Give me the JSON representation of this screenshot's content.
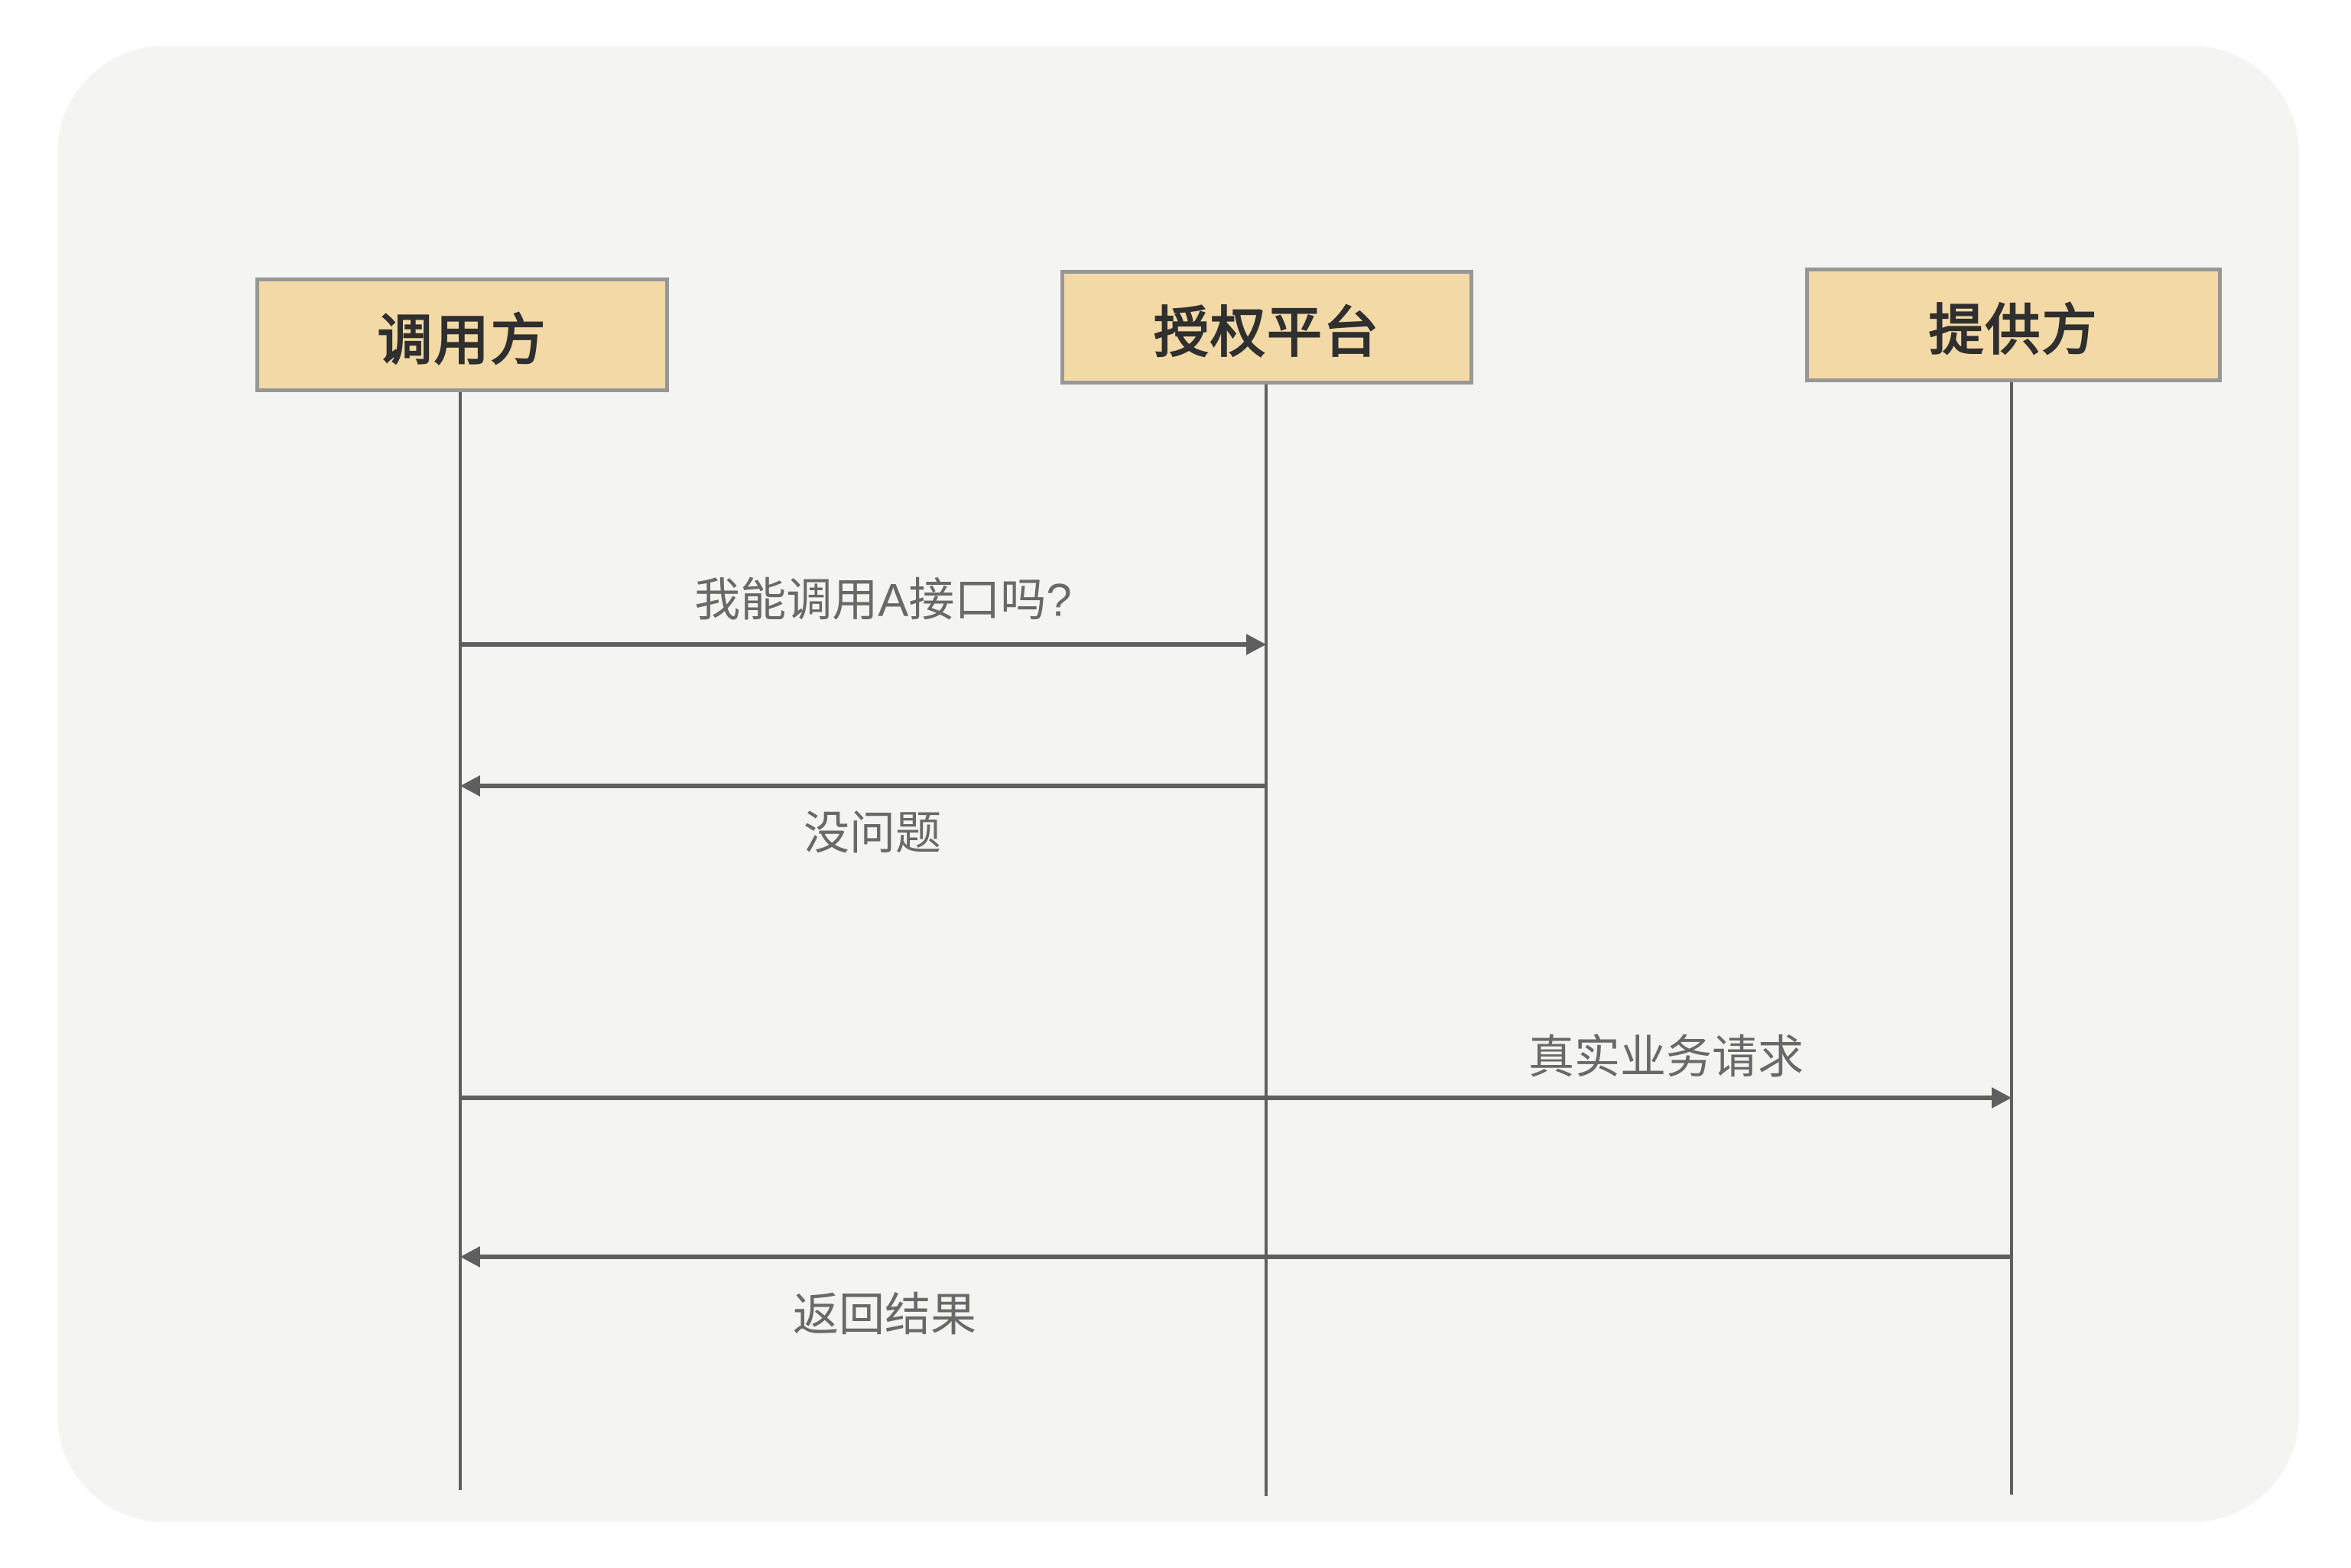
{
  "diagram_type": "sequence-diagram",
  "actors": [
    {
      "id": "caller",
      "label": "调用方"
    },
    {
      "id": "auth-platform",
      "label": "授权平台"
    },
    {
      "id": "provider",
      "label": "提供方"
    }
  ],
  "messages": [
    {
      "label": "我能调用A接口吗?",
      "from": "调用方",
      "to": "授权平台",
      "direction": "right",
      "label_position": "above"
    },
    {
      "label": "没问题",
      "from": "授权平台",
      "to": "调用方",
      "direction": "left",
      "label_position": "below"
    },
    {
      "label": "真实业务请求",
      "from": "调用方",
      "to": "提供方",
      "direction": "right",
      "label_position": "above"
    },
    {
      "label": "返回结果",
      "from": "提供方",
      "to": "调用方",
      "direction": "left",
      "label_position": "below"
    }
  ],
  "colors": {
    "canvas_bg": "#FFFFFF",
    "panel_bg": "#F4F4F2",
    "actor_fill": "#F2D9A5",
    "actor_border": "#979797",
    "actor_text": "#2F2F2F",
    "line": "#5F5F5F",
    "message_text": "#696969"
  }
}
